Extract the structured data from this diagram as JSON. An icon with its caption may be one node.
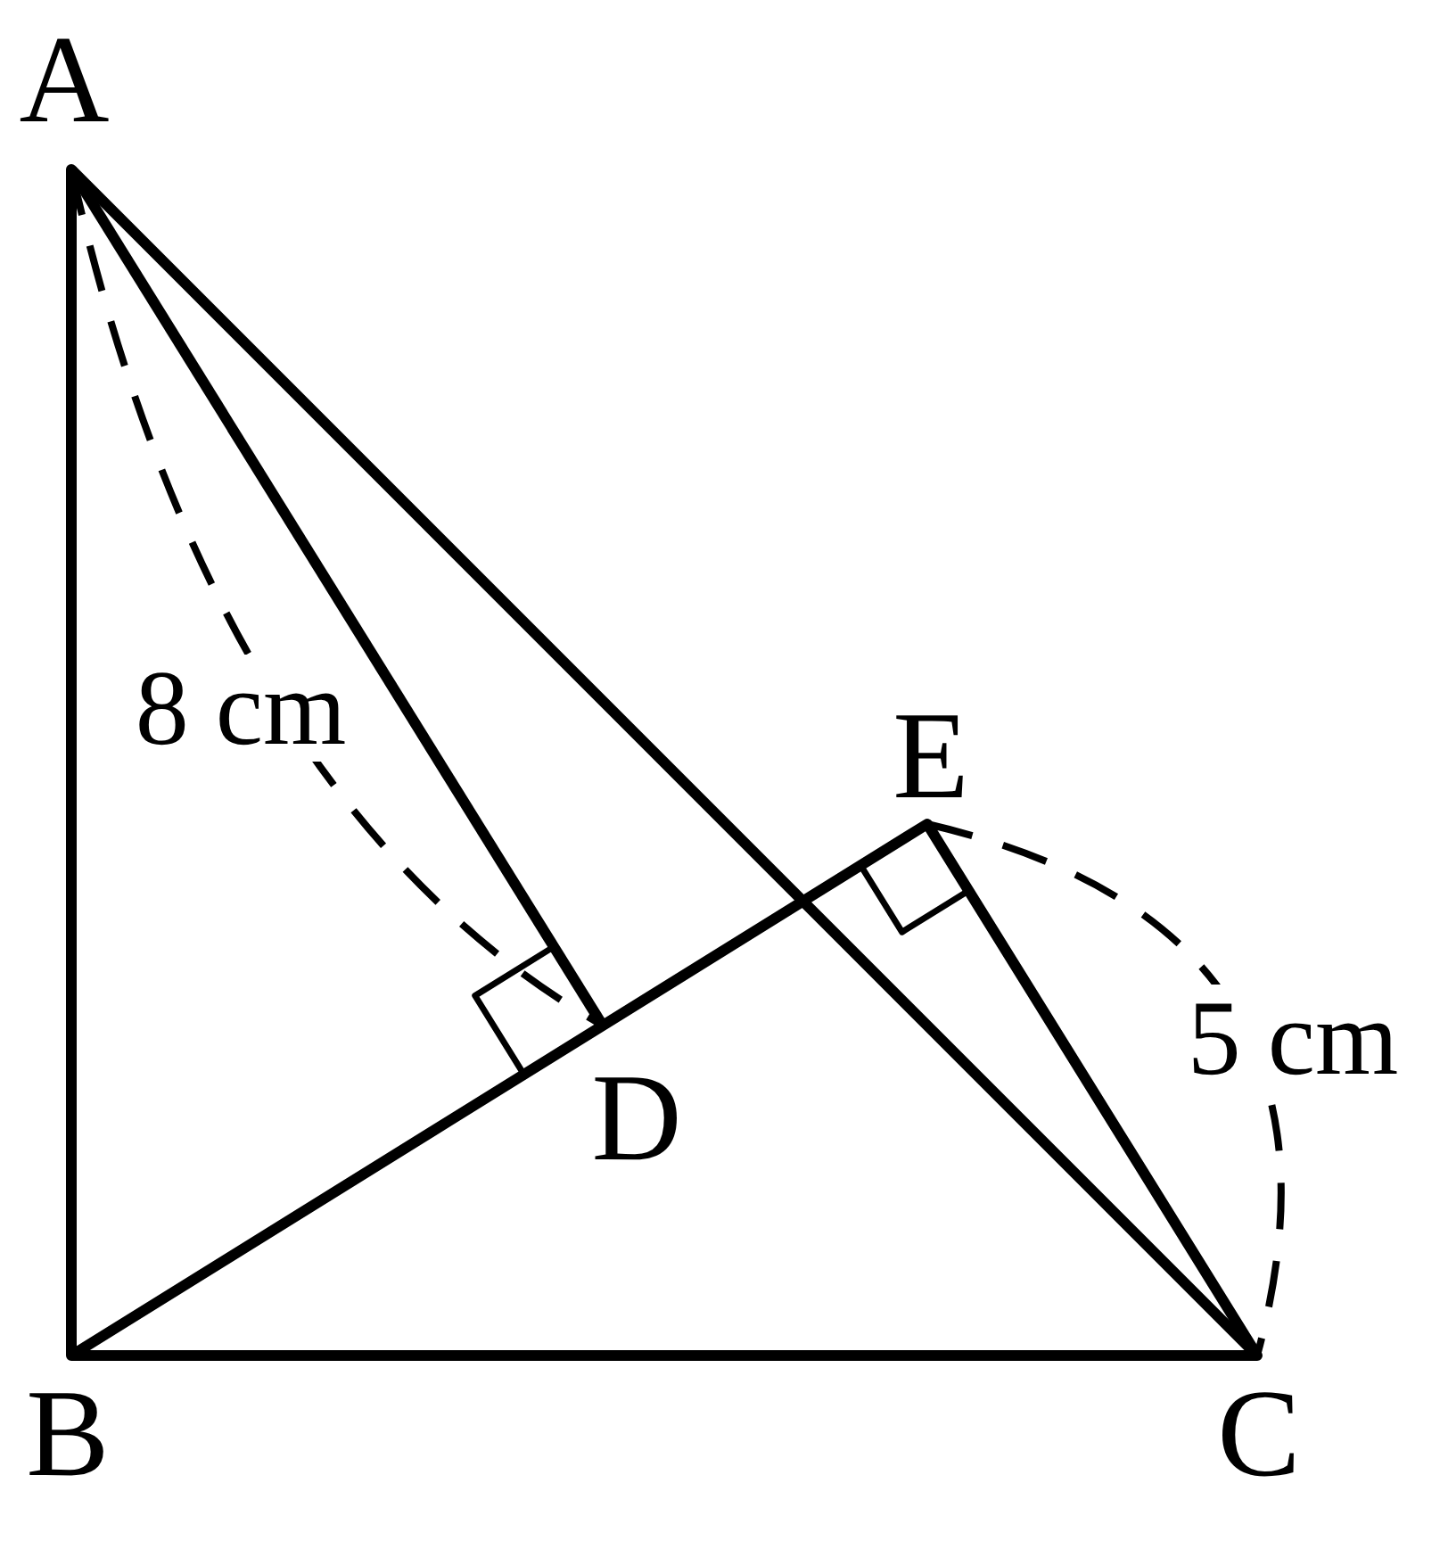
{
  "diagram": {
    "labels": [
      "A",
      "8 cm",
      "E",
      "5 cm",
      "D",
      "B",
      "C"
    ]
  }
}
